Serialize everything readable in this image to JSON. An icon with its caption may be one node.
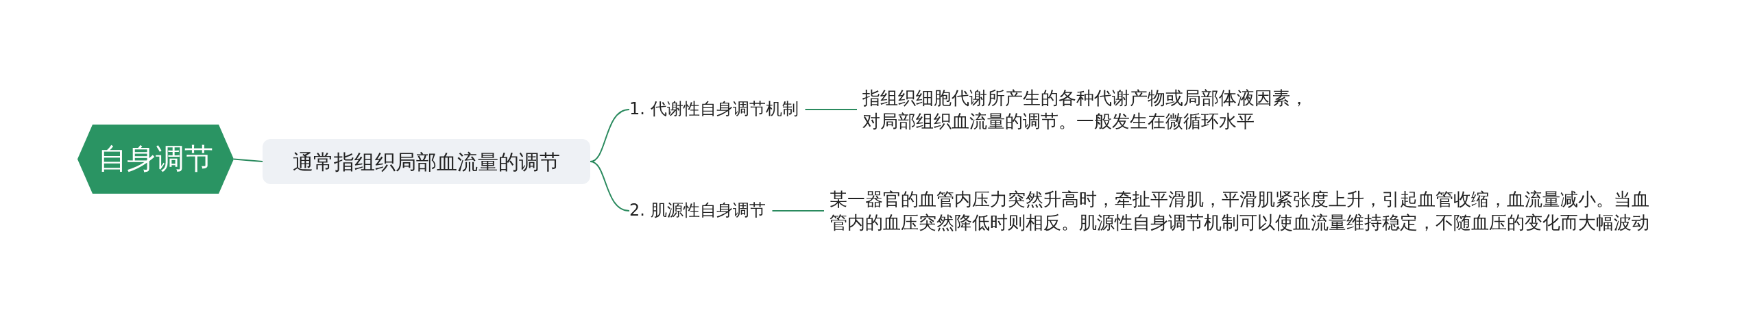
{
  "diagram": {
    "nodes": [
      {
        "text": [
          "自身调节"
        ]
      },
      {
        "text": [
          "通常指组织局部血流量的调节"
        ]
      },
      {
        "text": [
          "1. 代谢性自身调节机制"
        ]
      },
      {
        "text": [
          "指组织细胞代谢所产生的各种代谢产物或局部体液因素，对局部组织血流量的调节。一般发生在微循环水平"
        ]
      },
      {
        "text": [
          "2. 肌源性自身调节"
        ]
      },
      {
        "text": [
          "某一器官的血管内压力突然升高时，牵扯平滑肌，平滑肌紧张度上升，引起血管收缩，血流量减小。当血管内的血压突然降低时则相反。肌源性自身调节机制可以使血流量维持稳定，不随血压的变化而大幅波动"
        ]
      }
    ],
    "edges": [
      {
        "from": 0,
        "to": 1,
        "arrow": "none"
      },
      {
        "from": 1,
        "to": 2,
        "arrow": "none"
      },
      {
        "from": 2,
        "to": 3,
        "arrow": "none"
      },
      {
        "from": 1,
        "to": 4,
        "arrow": "none"
      },
      {
        "from": 4,
        "to": 5,
        "arrow": "none"
      }
    ]
  }
}
